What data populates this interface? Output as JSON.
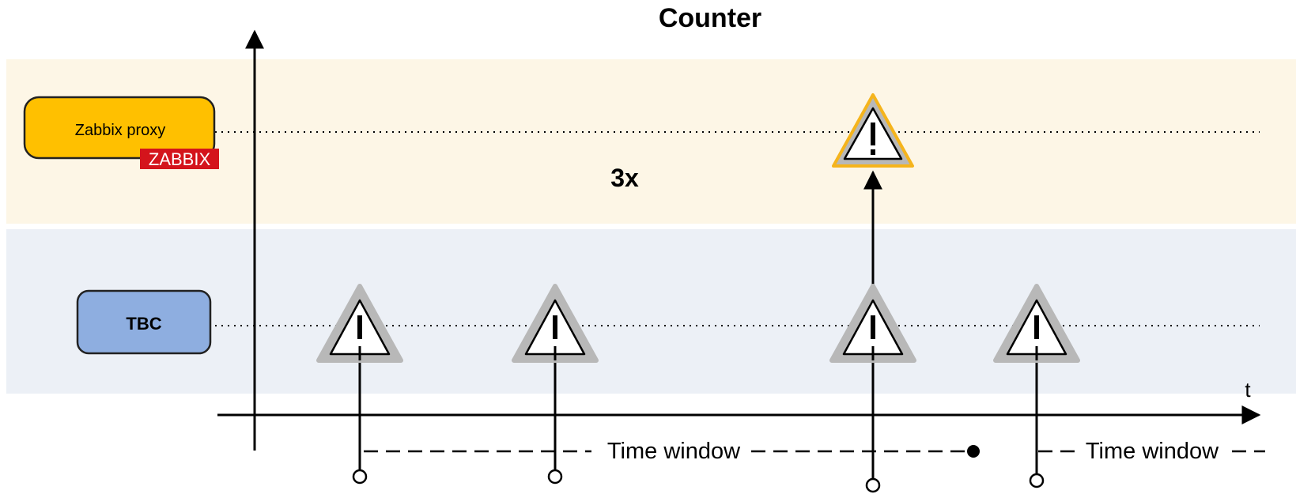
{
  "title": "Counter",
  "proxy": {
    "label": "Zabbix proxy",
    "badge": "ZABBIX"
  },
  "tbc": {
    "label": "TBC"
  },
  "counter_label": "3x",
  "axis": {
    "t_label": "t"
  },
  "windows": [
    {
      "label": "Time window"
    },
    {
      "label": "Time window"
    }
  ],
  "warning_icons": [
    {
      "lane": "tbc",
      "index": 1
    },
    {
      "lane": "tbc",
      "index": 2
    },
    {
      "lane": "tbc",
      "index": 3
    },
    {
      "lane": "tbc",
      "index": 4
    },
    {
      "lane": "proxy",
      "index": 5
    }
  ],
  "colors": {
    "proxy_band": "#fdf6e6",
    "tbc_band": "#ecf0f6",
    "proxy_box": "#ffc000",
    "tbc_box": "#8eaee0",
    "badge_bg": "#d4141c",
    "warning_border_gray": "#b8b8b8",
    "warning_border_orange": "#f5b41c"
  }
}
